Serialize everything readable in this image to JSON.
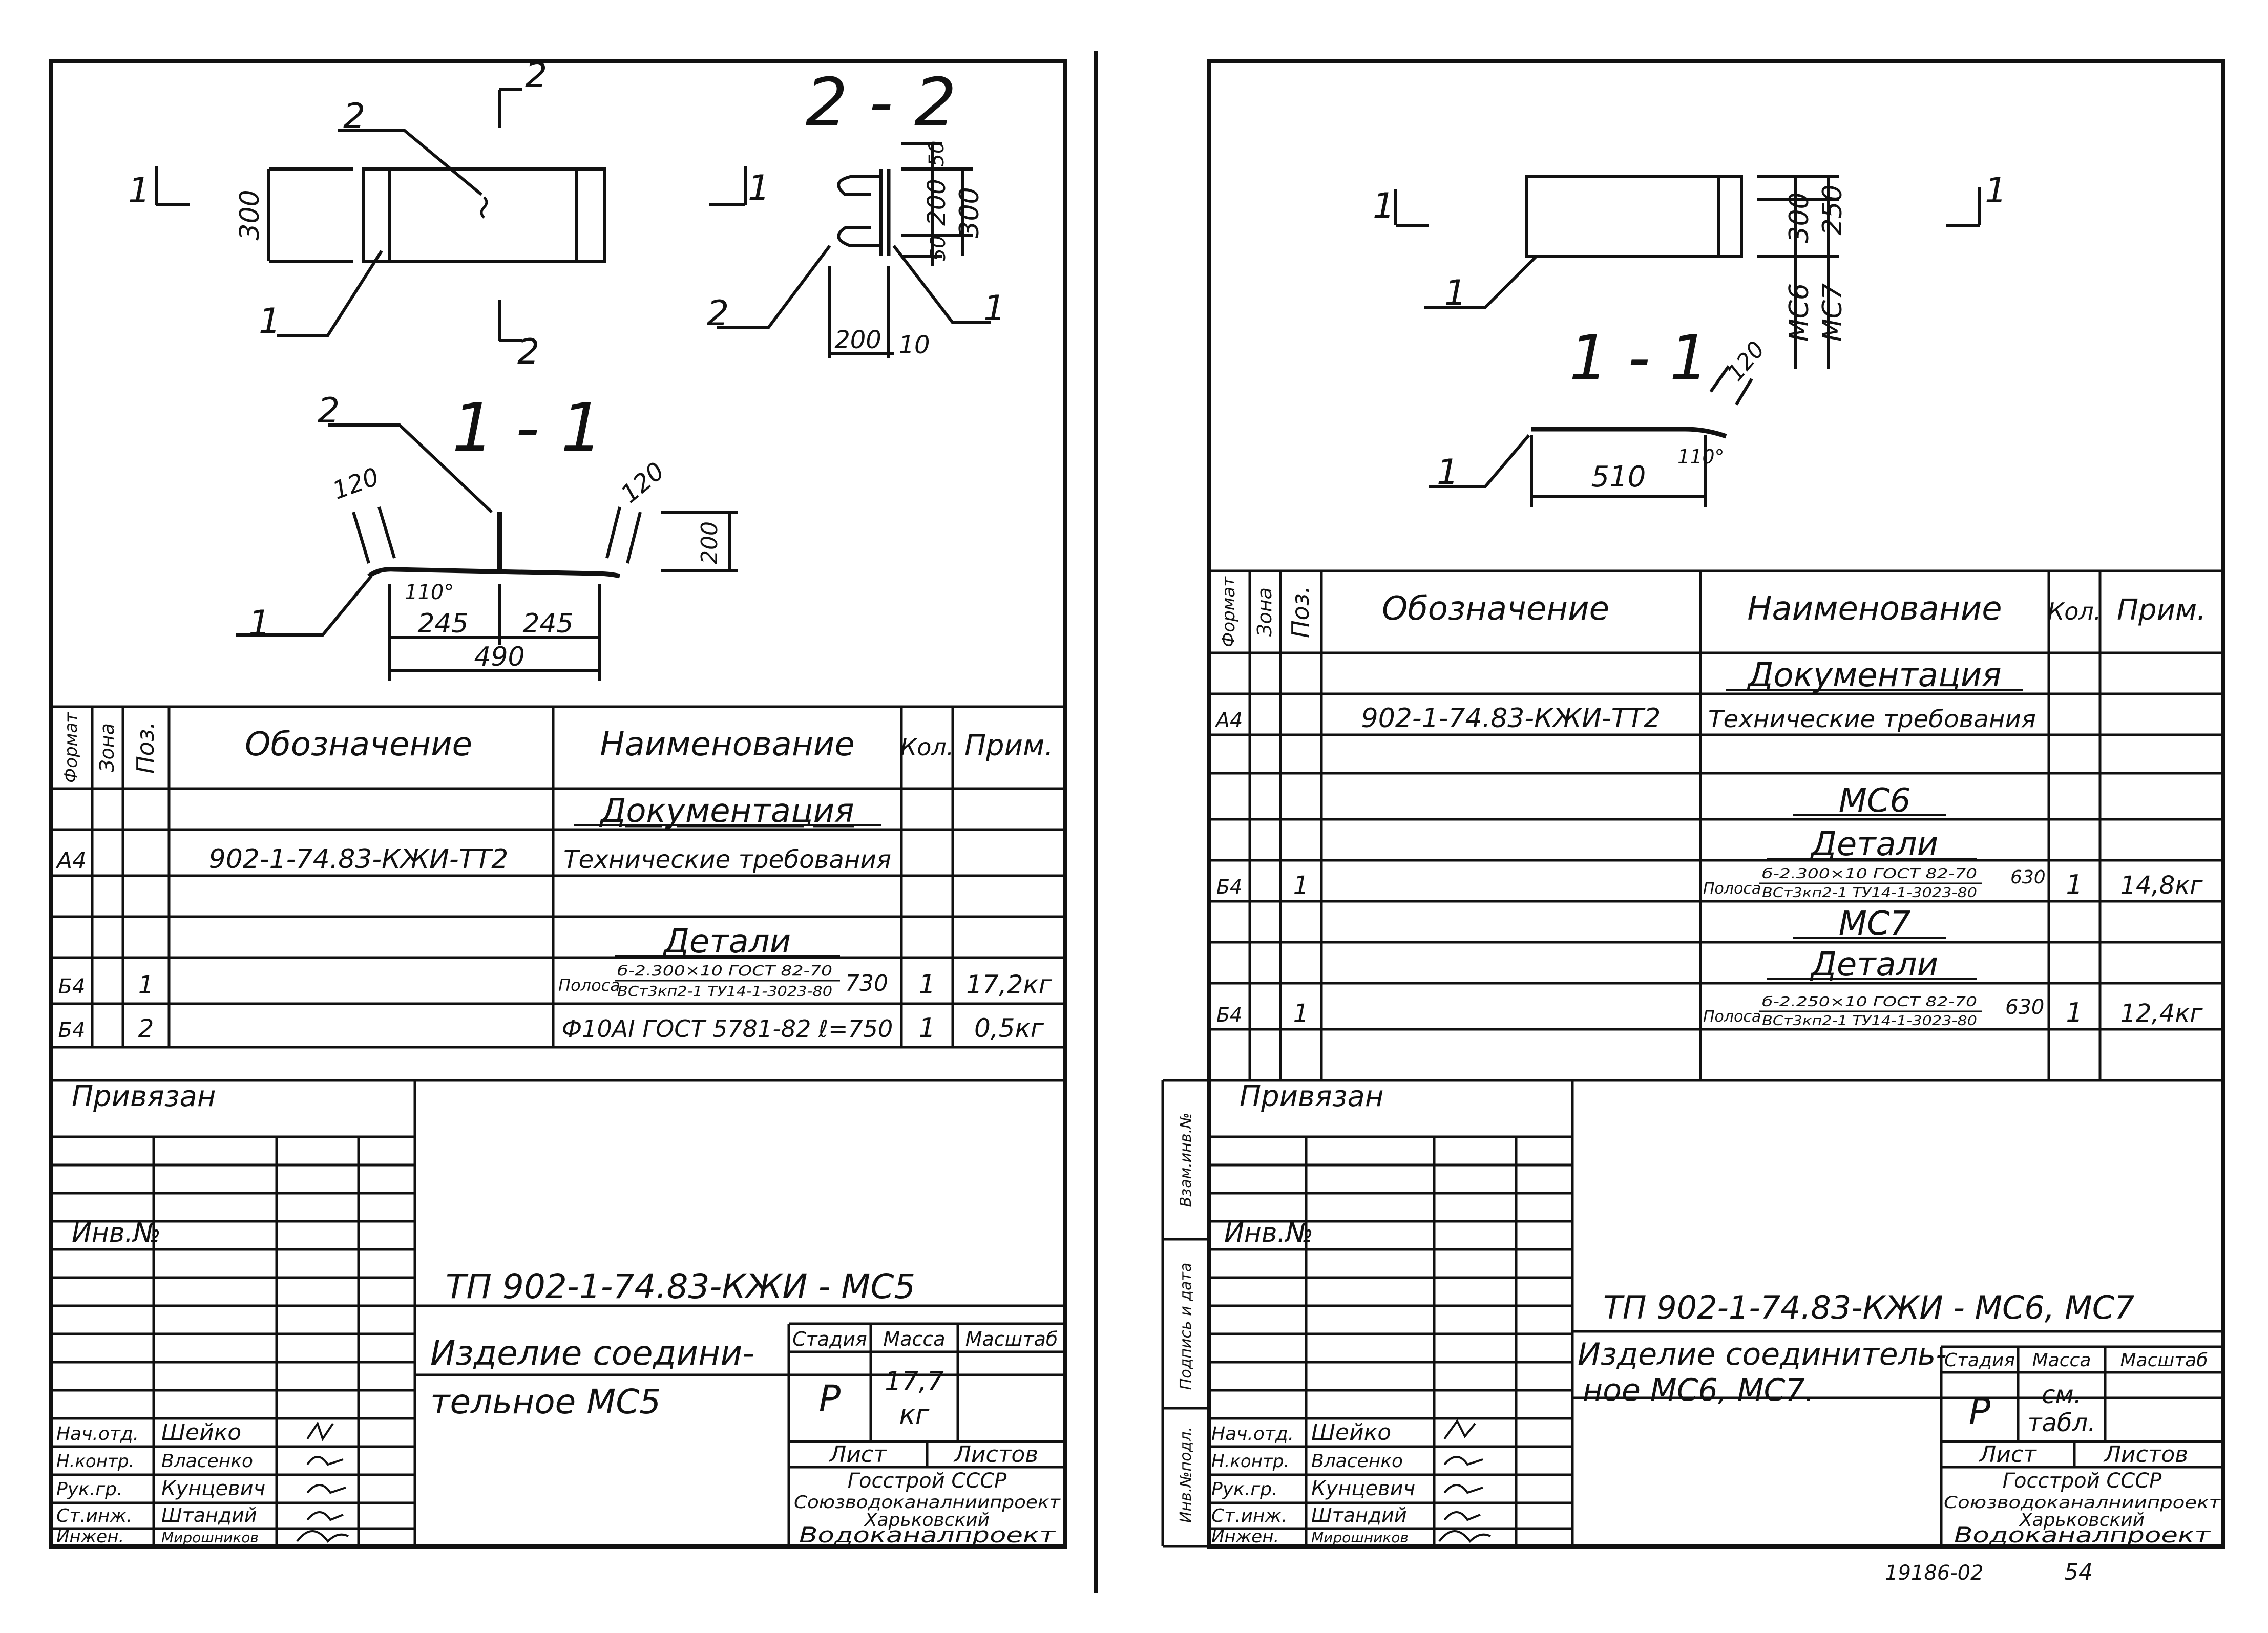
{
  "left_sheet": {
    "drawing": {
      "section_label_1": "1",
      "section_label_2": "2",
      "section_title_2_2": "2 - 2",
      "section_title_1_1": "1 - 1",
      "plan_dim_height": "300",
      "pos_1": "1",
      "pos_2": "2",
      "s22_dims": [
        "50",
        "200",
        "300",
        "50",
        "200",
        "10"
      ],
      "s11_dims": [
        "120",
        "120",
        "200",
        "245",
        "245",
        "490"
      ],
      "angle": "110°"
    },
    "spec_header": {
      "format": "Формат",
      "zone": "Зона",
      "pos": "Поз.",
      "designation": "Обозначение",
      "name": "Наименование",
      "qty": "Кол.",
      "note": "Прим."
    },
    "spec_rows": [
      {
        "format": "",
        "pos": "",
        "designation": "",
        "name": "Документация",
        "qty": "",
        "note": ""
      },
      {
        "format": "А4",
        "pos": "",
        "designation": "902-1-74.83-КЖИ-ТТ2",
        "name": "Технические требования",
        "qty": "",
        "note": ""
      },
      {
        "format": "",
        "pos": "",
        "designation": "",
        "name": "",
        "qty": "",
        "note": ""
      },
      {
        "format": "",
        "pos": "",
        "designation": "",
        "name": "Детали",
        "qty": "",
        "note": ""
      },
      {
        "format": "Б4",
        "pos": "1",
        "designation": "",
        "name_prefix": "Полоса",
        "name_top": "б-2.300×10 ГОСТ 82-70",
        "name_bottom": "ВСт3кп2-1 ТУ14-1-3023-80",
        "name_len": "730",
        "qty": "1",
        "note": "17,2кг"
      },
      {
        "format": "Б4",
        "pos": "2",
        "designation": "",
        "name": "Ф10AI ГОСТ 5781-82 ℓ=750",
        "qty": "1",
        "note": "0,5кг"
      }
    ],
    "privyazan": "Привязан",
    "inv_no": "Инв.№",
    "doc_code": "ТП 902-1-74.83-КЖИ - МС5",
    "title_line1": "Изделие соедини-",
    "title_line2": "тельное МС5",
    "stage_label": "Стадия",
    "mass_label": "Масса",
    "scale_label": "Масштаб",
    "stage_value": "Р",
    "mass_value_1": "17,7",
    "mass_value_2": "кг",
    "sheet_label": "Лист",
    "sheets_label": "Листов",
    "org_1": "Госстрой СССР",
    "org_2": "Союзводоканалниипроект",
    "org_3": "Харьковский",
    "org_4": "Водоканалпроект",
    "signers": [
      {
        "role": "Нач.отд.",
        "name": "Шейко"
      },
      {
        "role": "Н.контр.",
        "name": "Власенко"
      },
      {
        "role": "Рук.гр.",
        "name": "Кунцевич"
      },
      {
        "role": "Ст.инж.",
        "name": "Штандий"
      },
      {
        "role": "Инжен.",
        "name": "Мирошников"
      }
    ]
  },
  "right_sheet": {
    "drawing": {
      "section_label_1": "1",
      "section_title_1_1": "1 - 1",
      "dim_300": "300",
      "dim_250": "250",
      "mark_mc6": "МС6",
      "mark_mc7": "МС7",
      "pos_1": "1",
      "dim_120": "120",
      "dim_510": "510",
      "angle": "110°"
    },
    "spec_header": {
      "format": "Формат",
      "zone": "Зона",
      "pos": "Поз.",
      "designation": "Обозначение",
      "name": "Наименование",
      "qty": "Кол.",
      "note": "Прим."
    },
    "spec_rows": [
      {
        "format": "",
        "pos": "",
        "designation": "",
        "name": "Документация",
        "qty": "",
        "note": ""
      },
      {
        "format": "А4",
        "pos": "",
        "designation": "902-1-74.83-КЖИ-ТТ2",
        "name": "Технические требования",
        "qty": "",
        "note": ""
      },
      {
        "format": "",
        "pos": "",
        "designation": "",
        "name": "",
        "qty": "",
        "note": ""
      },
      {
        "format": "",
        "pos": "",
        "designation": "",
        "name": "МС6",
        "qty": "",
        "note": ""
      },
      {
        "format": "",
        "pos": "",
        "designation": "",
        "name": "Детали",
        "qty": "",
        "note": ""
      },
      {
        "format": "Б4",
        "pos": "1",
        "designation": "",
        "name_prefix": "Полоса",
        "name_top": "б-2.300×10 ГОСТ 82-70",
        "name_bottom": "ВСт3кп2-1 ТУ14-1-3023-80",
        "name_len": "630",
        "qty": "1",
        "note": "14,8кг"
      },
      {
        "format": "",
        "pos": "",
        "designation": "",
        "name": "МС7",
        "qty": "",
        "note": ""
      },
      {
        "format": "",
        "pos": "",
        "designation": "",
        "name": "Детали",
        "qty": "",
        "note": ""
      },
      {
        "format": "Б4",
        "pos": "1",
        "designation": "",
        "name_prefix": "Полоса",
        "name_top": "б-2.250×10 ГОСТ 82-70",
        "name_bottom": "ВСт3кп2-1 ТУ14-1-3023-80",
        "name_len": "630",
        "qty": "1",
        "note": "12,4кг"
      }
    ],
    "privyazan": "Привязан",
    "inv_no": "Инв.№",
    "side_labels": [
      "Инв.№подл.",
      "Подпись и дата",
      "Взам.инв.№"
    ],
    "doc_code": "ТП 902-1-74.83-КЖИ - МС6, МС7",
    "title_line1": "Изделие соединитель-",
    "title_line2": "ное МС6, МС7.",
    "stage_label": "Стадия",
    "mass_label": "Масса",
    "scale_label": "Масштаб",
    "stage_value": "Р",
    "mass_value_1": "см.",
    "mass_value_2": "табл.",
    "sheet_label": "Лист",
    "sheets_label": "Листов",
    "org_1": "Госстрой СССР",
    "org_2": "Союзводоканалниипроект",
    "org_3": "Харьковский",
    "org_4": "Водоканалпроект",
    "signers": [
      {
        "role": "Нач.отд.",
        "name": "Шейко"
      },
      {
        "role": "Н.контр.",
        "name": "Власенко"
      },
      {
        "role": "Рук.гр.",
        "name": "Кунцевич"
      },
      {
        "role": "Ст.инж.",
        "name": "Штандий"
      },
      {
        "role": "Инжен.",
        "name": "Мирошников"
      }
    ],
    "footer_number": "19186-02",
    "footer_page": "54"
  }
}
